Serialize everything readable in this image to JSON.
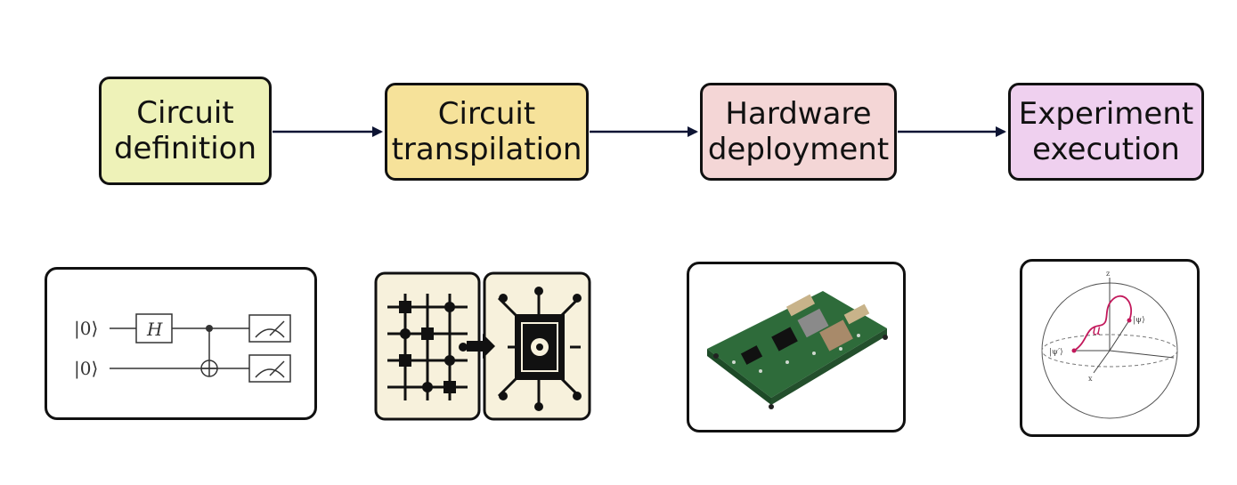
{
  "stages": [
    {
      "label": "Circuit\ndefinition",
      "color": "#eef2b8"
    },
    {
      "label": "Circuit\ntranspilation",
      "color": "#f6e29a"
    },
    {
      "label": "Hardware\ndeployment",
      "color": "#f4d6d6"
    },
    {
      "label": "Experiment\nexecution",
      "color": "#efd0ef"
    }
  ],
  "circuit": {
    "kets": [
      "|0⟩",
      "|0⟩"
    ],
    "gate": "H"
  },
  "bloch": {
    "z": "z",
    "x": "x",
    "psi": "|ψ⟩",
    "psi_prime": "|ψ′⟩",
    "u": "u"
  },
  "colors": {
    "arrow": "#0d1433",
    "border": "#111111",
    "pcb": "#2e6b3a",
    "trajectory": "#c2185b"
  }
}
